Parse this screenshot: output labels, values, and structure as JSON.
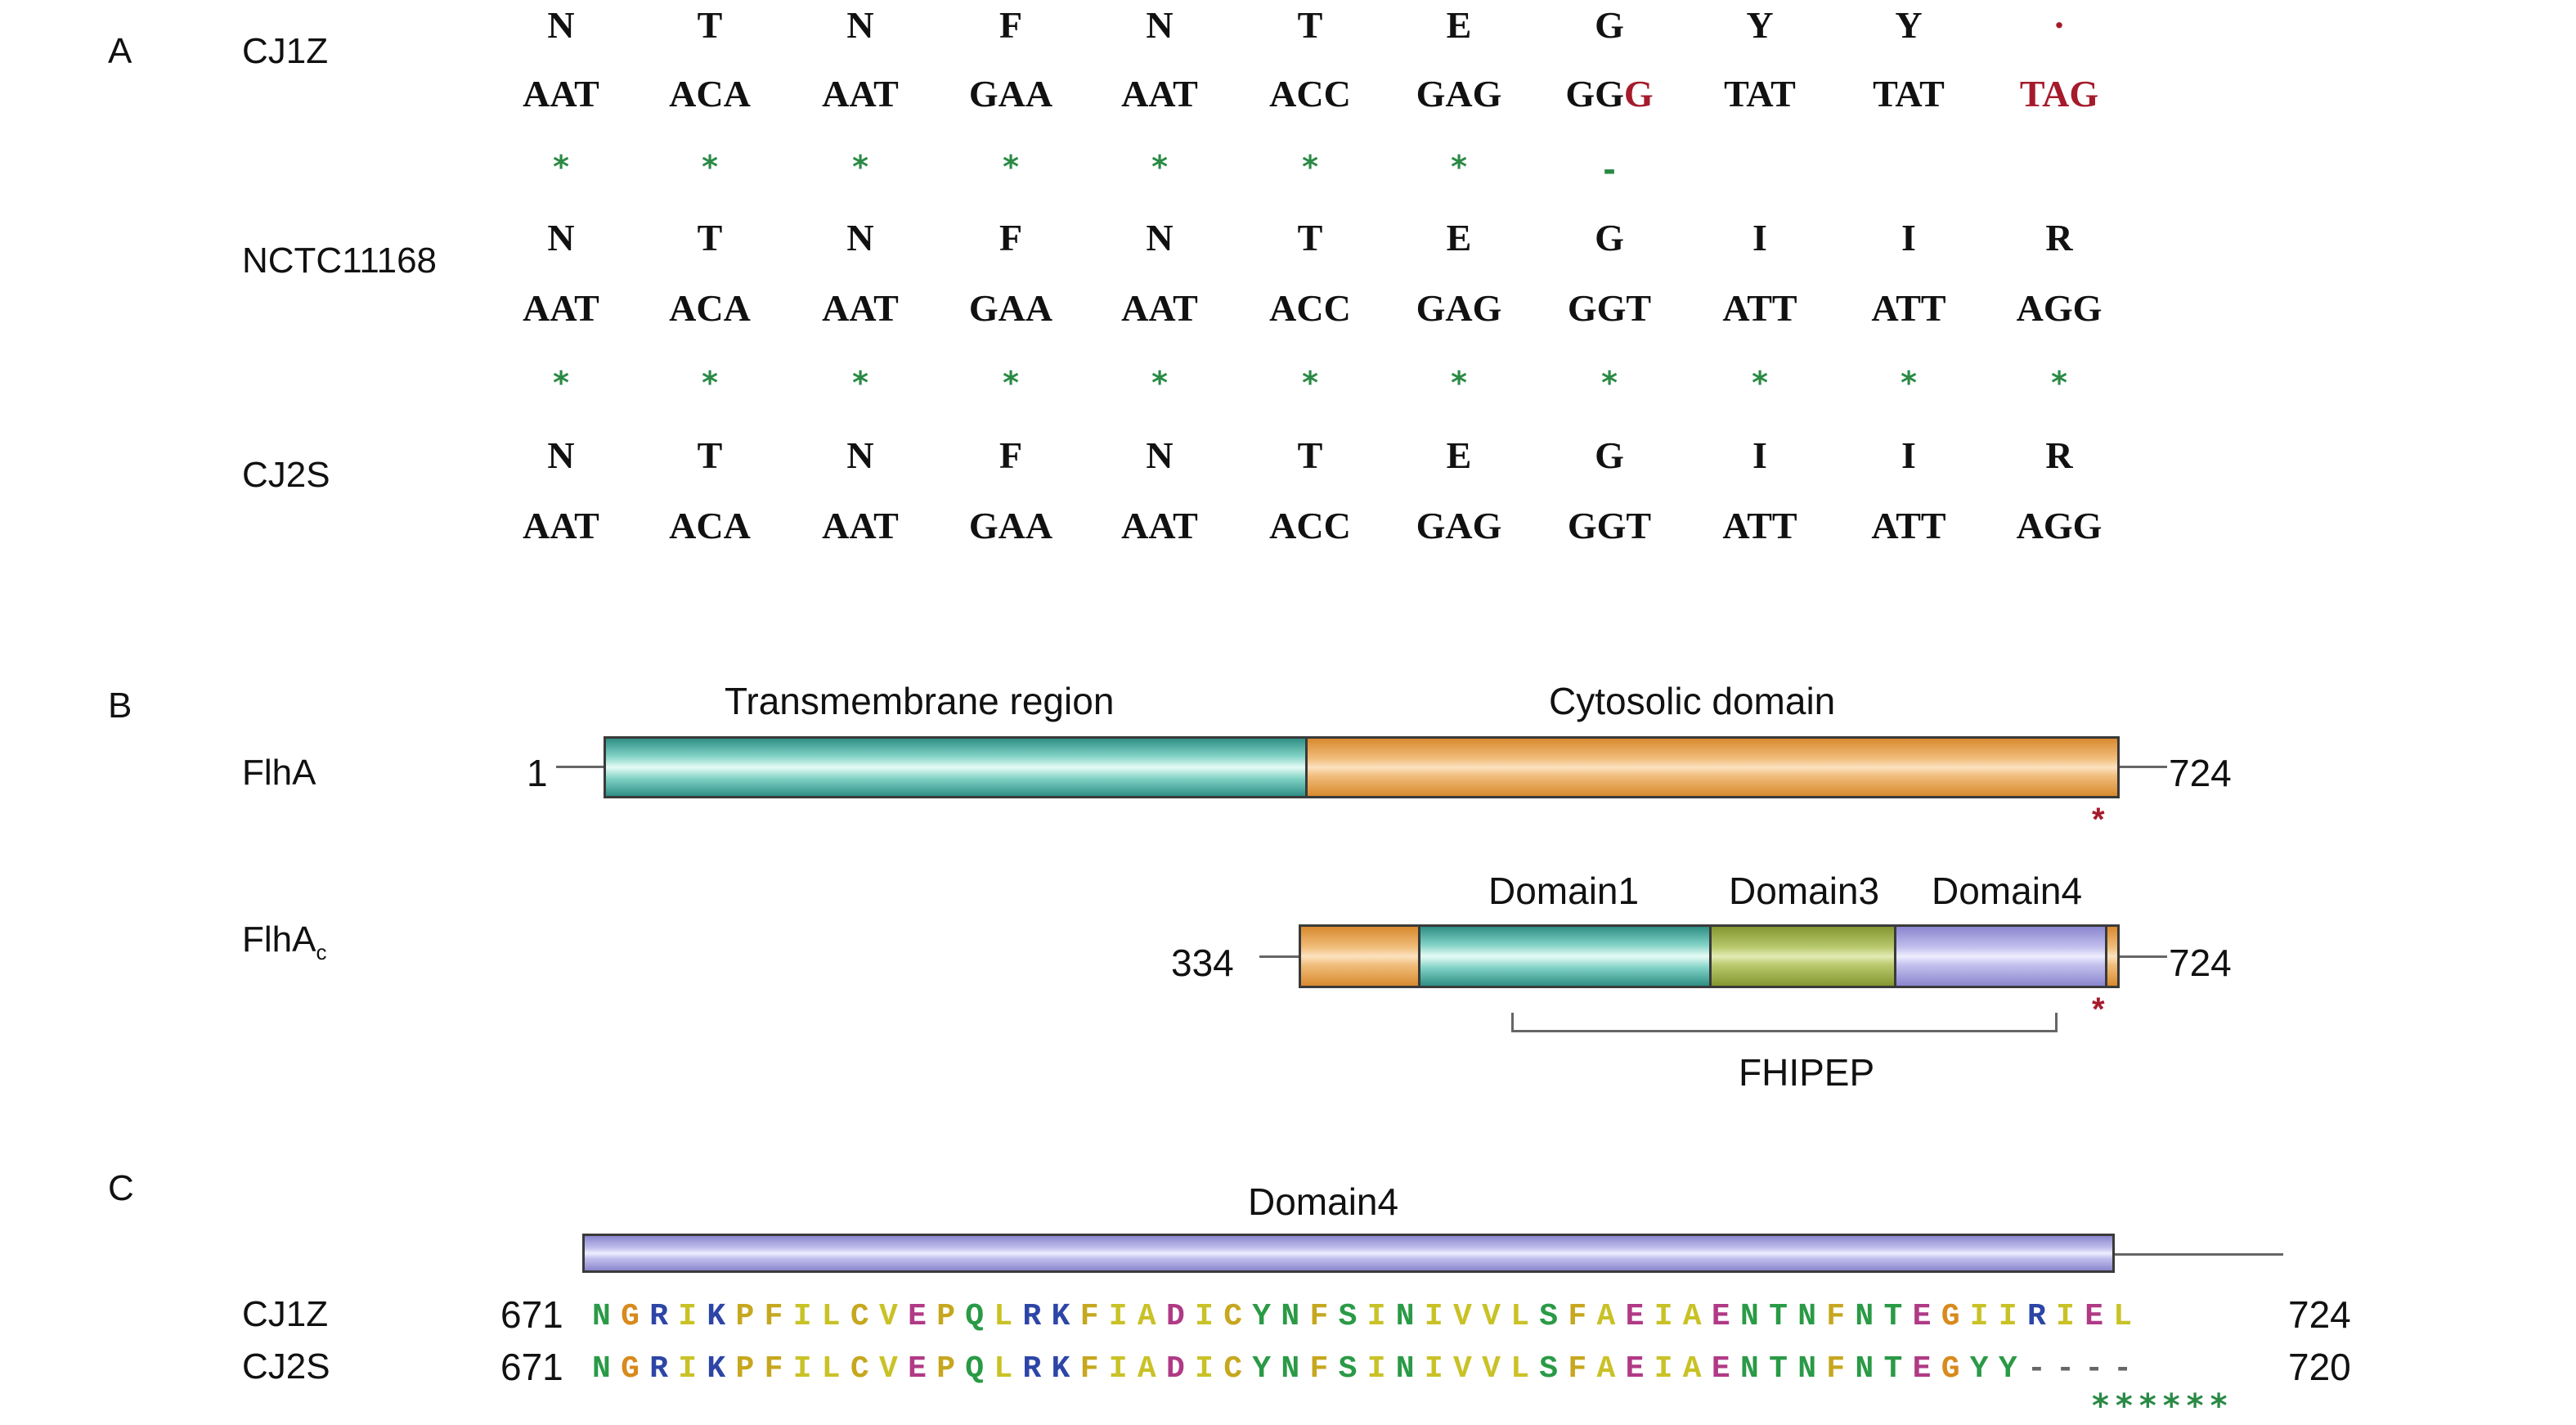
{
  "panel_a": {
    "label": "A",
    "strains": [
      {
        "name": "CJ1Z",
        "amino_acids": [
          "N",
          "T",
          "N",
          "F",
          "N",
          "T",
          "E",
          "G",
          "Y",
          "Y",
          "·"
        ],
        "codons": [
          {
            "text": "AAT"
          },
          {
            "text": "ACA"
          },
          {
            "text": "AAT"
          },
          {
            "text": "GAA"
          },
          {
            "text": "AAT"
          },
          {
            "text": "ACC"
          },
          {
            "text": "GAG"
          },
          {
            "text": "GG",
            "highlight": "G"
          },
          {
            "text": "TAT"
          },
          {
            "text": "TAT"
          },
          {
            "text": "",
            "highlight": "TAG"
          }
        ],
        "match_marks": [
          "*",
          "*",
          "*",
          "*",
          "*",
          "*",
          "*",
          "-",
          "",
          "",
          ""
        ]
      },
      {
        "name": "NCTC11168",
        "amino_acids": [
          "N",
          "T",
          "N",
          "F",
          "N",
          "T",
          "E",
          "G",
          "I",
          "I",
          "R"
        ],
        "codons": [
          {
            "text": "AAT"
          },
          {
            "text": "ACA"
          },
          {
            "text": "AAT"
          },
          {
            "text": "GAA"
          },
          {
            "text": "AAT"
          },
          {
            "text": "ACC"
          },
          {
            "text": "GAG"
          },
          {
            "text": "GGT"
          },
          {
            "text": "ATT"
          },
          {
            "text": "ATT"
          },
          {
            "text": "AGG"
          }
        ],
        "match_marks": [
          "*",
          "*",
          "*",
          "*",
          "*",
          "*",
          "*",
          "*",
          "*",
          "*",
          "*"
        ]
      },
      {
        "name": "CJ2S",
        "amino_acids": [
          "N",
          "T",
          "N",
          "F",
          "N",
          "T",
          "E",
          "G",
          "I",
          "I",
          "R"
        ],
        "codons": [
          {
            "text": "AAT"
          },
          {
            "text": "ACA"
          },
          {
            "text": "AAT"
          },
          {
            "text": "GAA"
          },
          {
            "text": "AAT"
          },
          {
            "text": "ACC"
          },
          {
            "text": "GAG"
          },
          {
            "text": "GGT"
          },
          {
            "text": "ATT"
          },
          {
            "text": "ATT"
          },
          {
            "text": "AGG"
          }
        ],
        "match_marks": []
      }
    ]
  },
  "panel_b": {
    "label": "B",
    "flha": {
      "name": "FlhA",
      "start": "1",
      "end": "724",
      "transmembrane_label": "Transmembrane region",
      "cytosolic_label": "Cytosolic domain",
      "mark": "*"
    },
    "flhac": {
      "name": "FlhA",
      "subscript": "c",
      "start": "334",
      "end": "724",
      "domain1_label": "Domain1",
      "domain3_label": "Domain3",
      "domain4_label": "Domain4",
      "bracket_label": "FHIPEP",
      "mark": "*"
    }
  },
  "panel_c": {
    "label": "C",
    "domain_label": "Domain4",
    "rows": [
      {
        "name": "CJ1Z",
        "start": "671",
        "sequence": "NGRIKPFILCVEPQLRKFIADICYNFSINIVVLSFAEIAENTNFNTEGIIRIEL",
        "end": "724"
      },
      {
        "name": "CJ2S",
        "start": "671",
        "sequence": "NGRIKPFILCVEPQLRKFIADICYNFSINIVVLSFAEIAENTNFNTEGYY----",
        "end": "720"
      }
    ],
    "conservation_marks": "******",
    "residue_colors": {
      "N": "#2a9a46",
      "G": "#d78a1d",
      "R": "#2d45a6",
      "I": "#c9c227",
      "K": "#2d45a6",
      "P": "#c6a71f",
      "F": "#c6a71f",
      "L": "#c9c227",
      "C": "#c6a71f",
      "V": "#c9c227",
      "E": "#b03a86",
      "Q": "#2a9a46",
      "A": "#c9c227",
      "D": "#b03a86",
      "Y": "#2a9a46",
      "S": "#2a9a46",
      "T": "#2a9a46",
      "-": "#666666"
    }
  }
}
